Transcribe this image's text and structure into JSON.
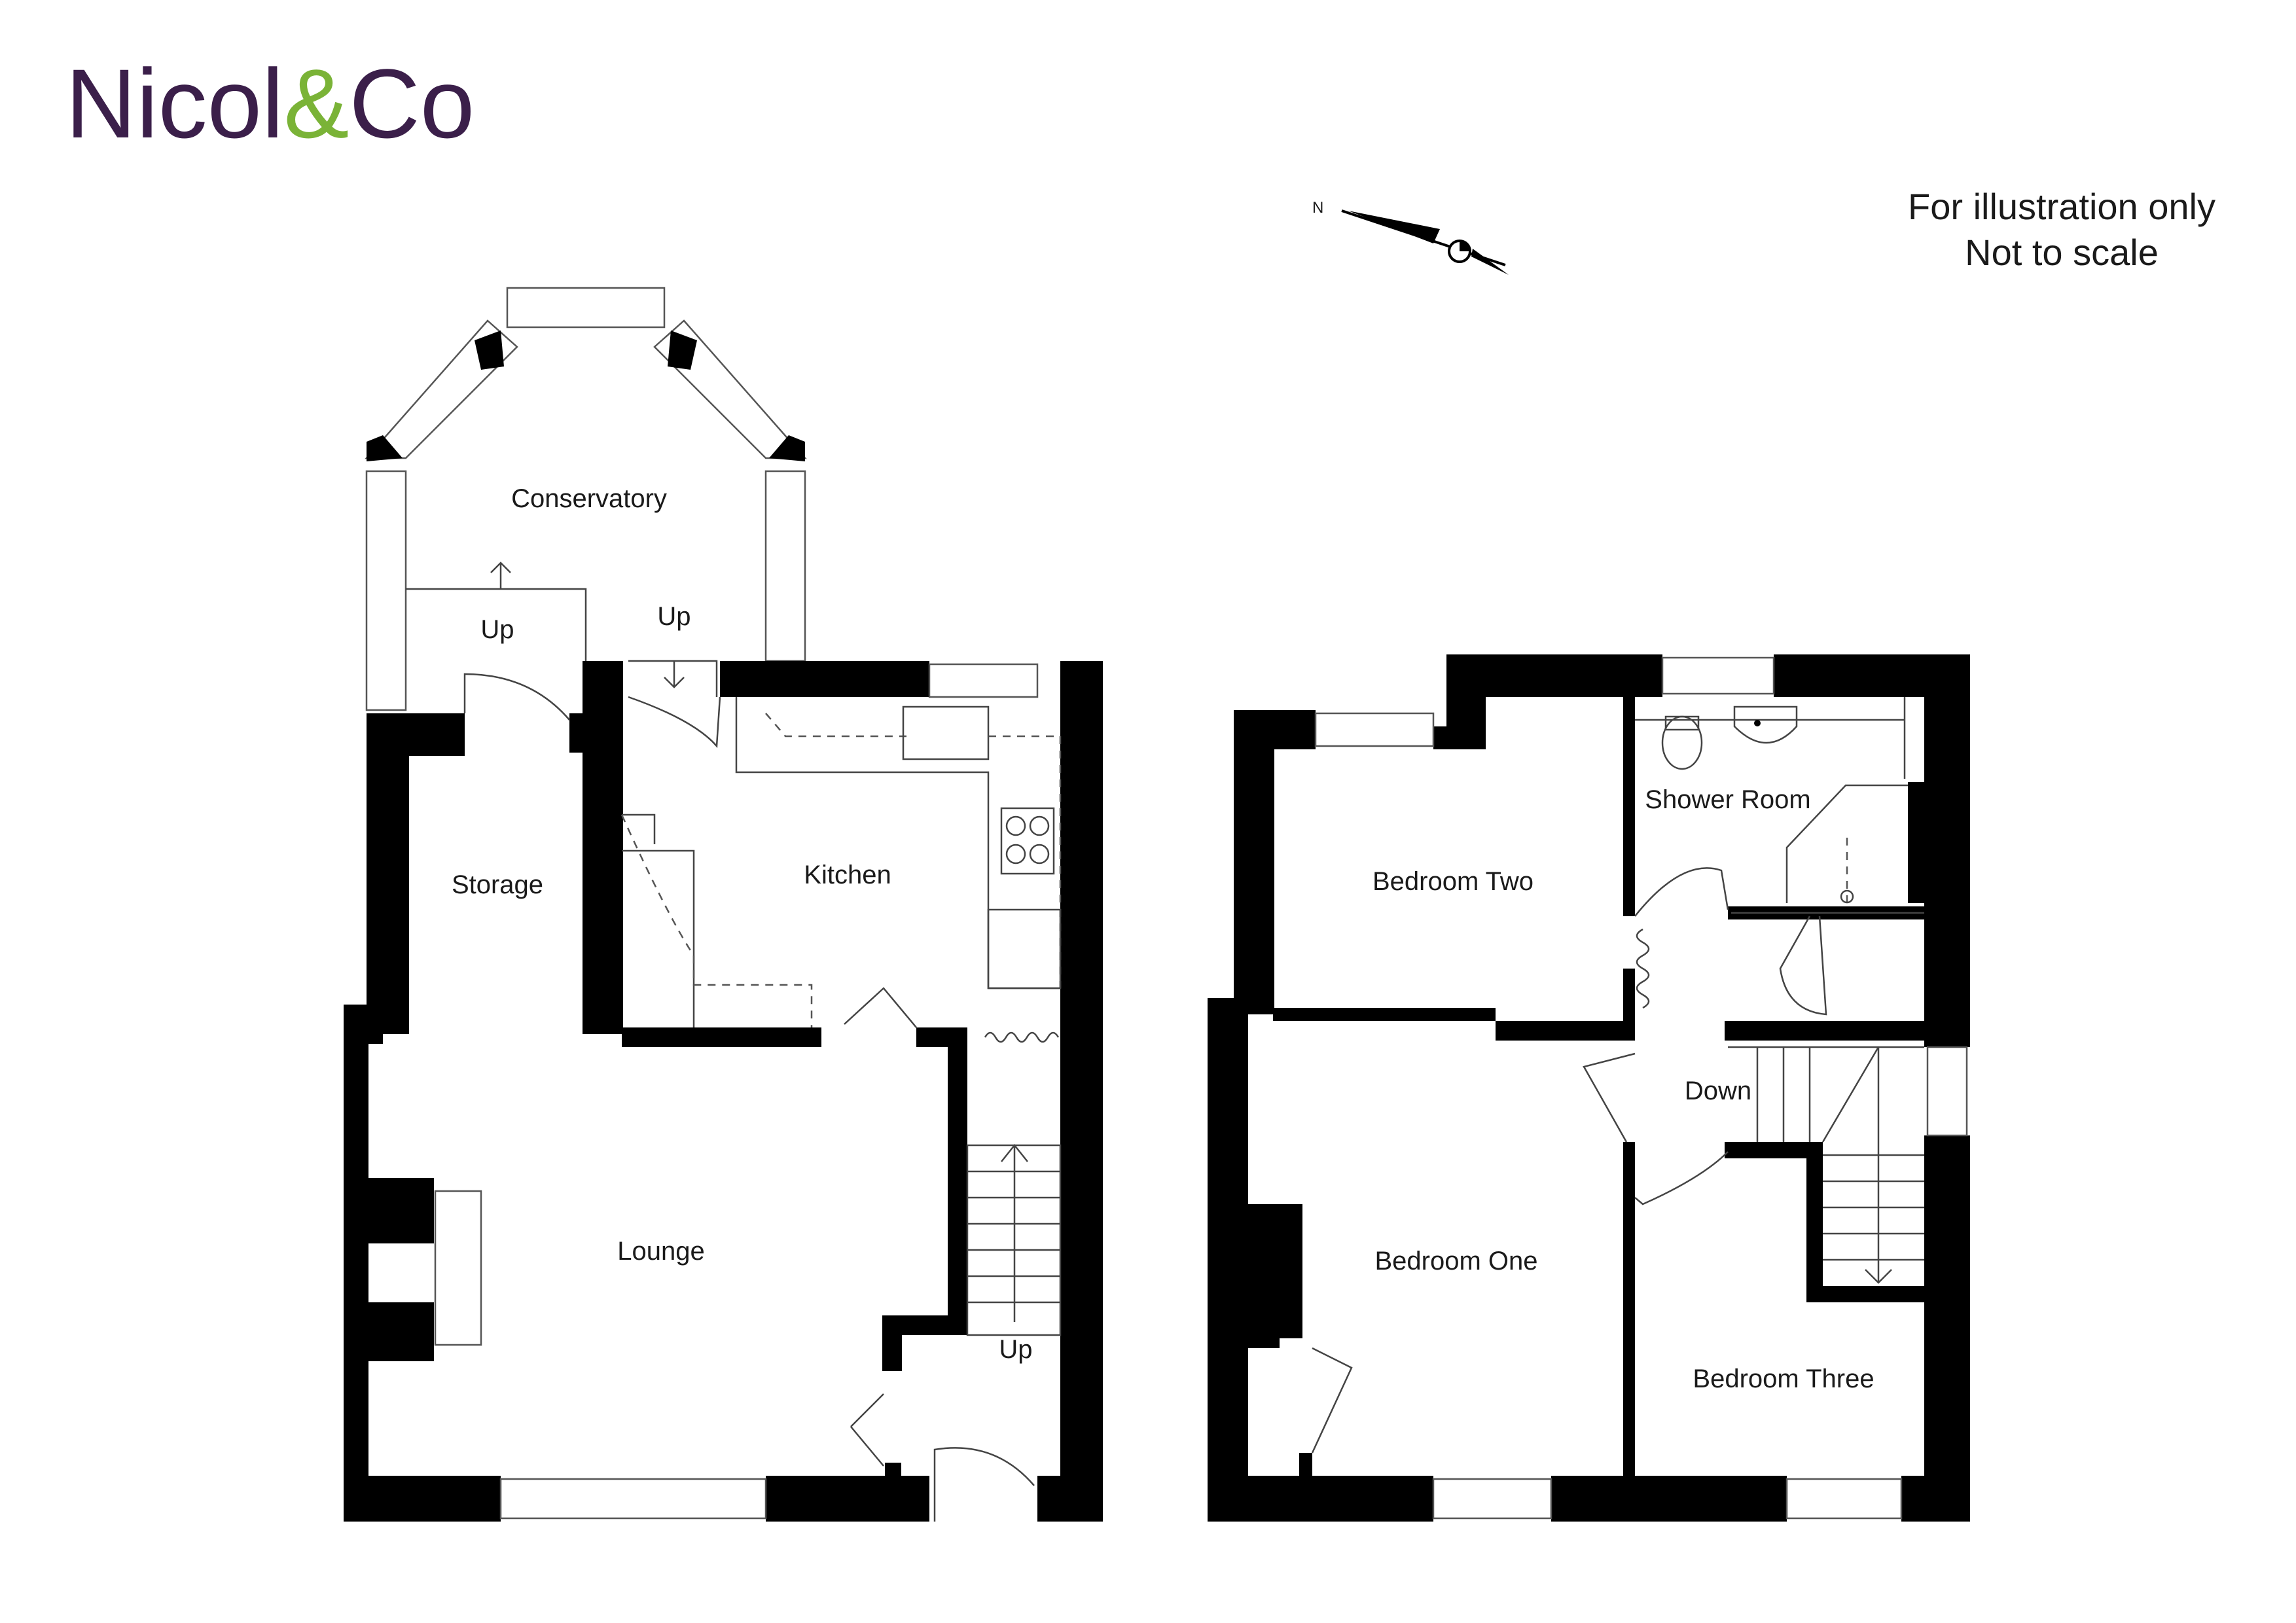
{
  "brand": {
    "name": "Nicol",
    "amp": "&",
    "suffix": "Co",
    "text_color": "#3b1f4a",
    "accent_color": "#7ab337"
  },
  "notice": {
    "line1": "For illustration only",
    "line2": "Not to scale"
  },
  "compass": {
    "label": "N"
  },
  "ground_floor": {
    "rooms": {
      "conservatory": "Conservatory",
      "storage": "Storage",
      "kitchen": "Kitchen",
      "lounge": "Lounge"
    },
    "arrows": {
      "up_left": "Up",
      "up_mid": "Up",
      "up_stairs": "Up"
    }
  },
  "first_floor": {
    "rooms": {
      "bedroom_two": "Bedroom Two",
      "shower_room": "Shower Room",
      "bedroom_one": "Bedroom One",
      "bedroom_three": "Bedroom Three"
    },
    "arrows": {
      "down": "Down"
    }
  }
}
